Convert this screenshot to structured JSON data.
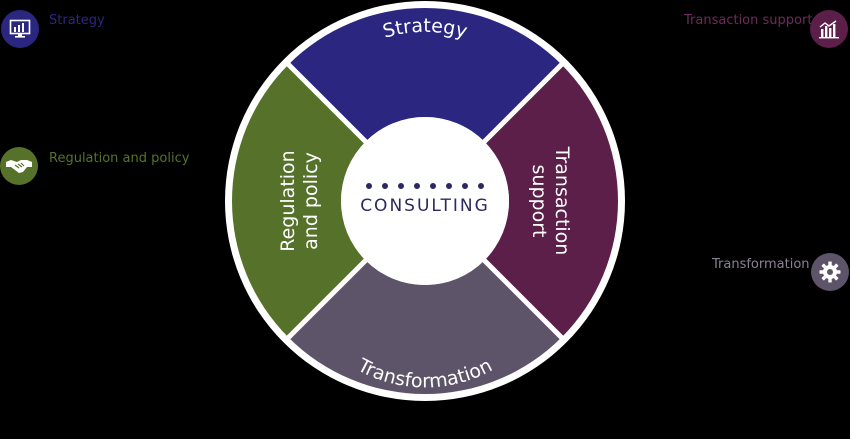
{
  "legend": {
    "strategy": {
      "label": "Strategy",
      "icon": "chart-monitor-icon",
      "color": "#2b2781"
    },
    "regulation": {
      "label": "Regulation and policy",
      "icon": "handshake-icon",
      "color": "#56722a"
    },
    "transaction": {
      "label": "Transaction support",
      "icon": "bar-chart-icon",
      "color": "#5b1f4a"
    },
    "transformation": {
      "label": "Transformation",
      "icon": "gear-icon",
      "color": "#5e5469"
    }
  },
  "wheel": {
    "center": "CONSULTING",
    "dot_count": 8,
    "segments": {
      "strategy": "Strategy",
      "regulation_line1": "Regulation",
      "regulation_line2": "and policy",
      "transaction_line1": "Transaction",
      "transaction_line2": "support",
      "transformation": "Transformation"
    }
  },
  "colors": {
    "strategy": "#2b2781",
    "regulation": "#56722a",
    "transaction": "#5b1f4a",
    "transformation": "#5e5469",
    "center_text": "#2b2a5e",
    "transformation_label": "#8a8096"
  }
}
